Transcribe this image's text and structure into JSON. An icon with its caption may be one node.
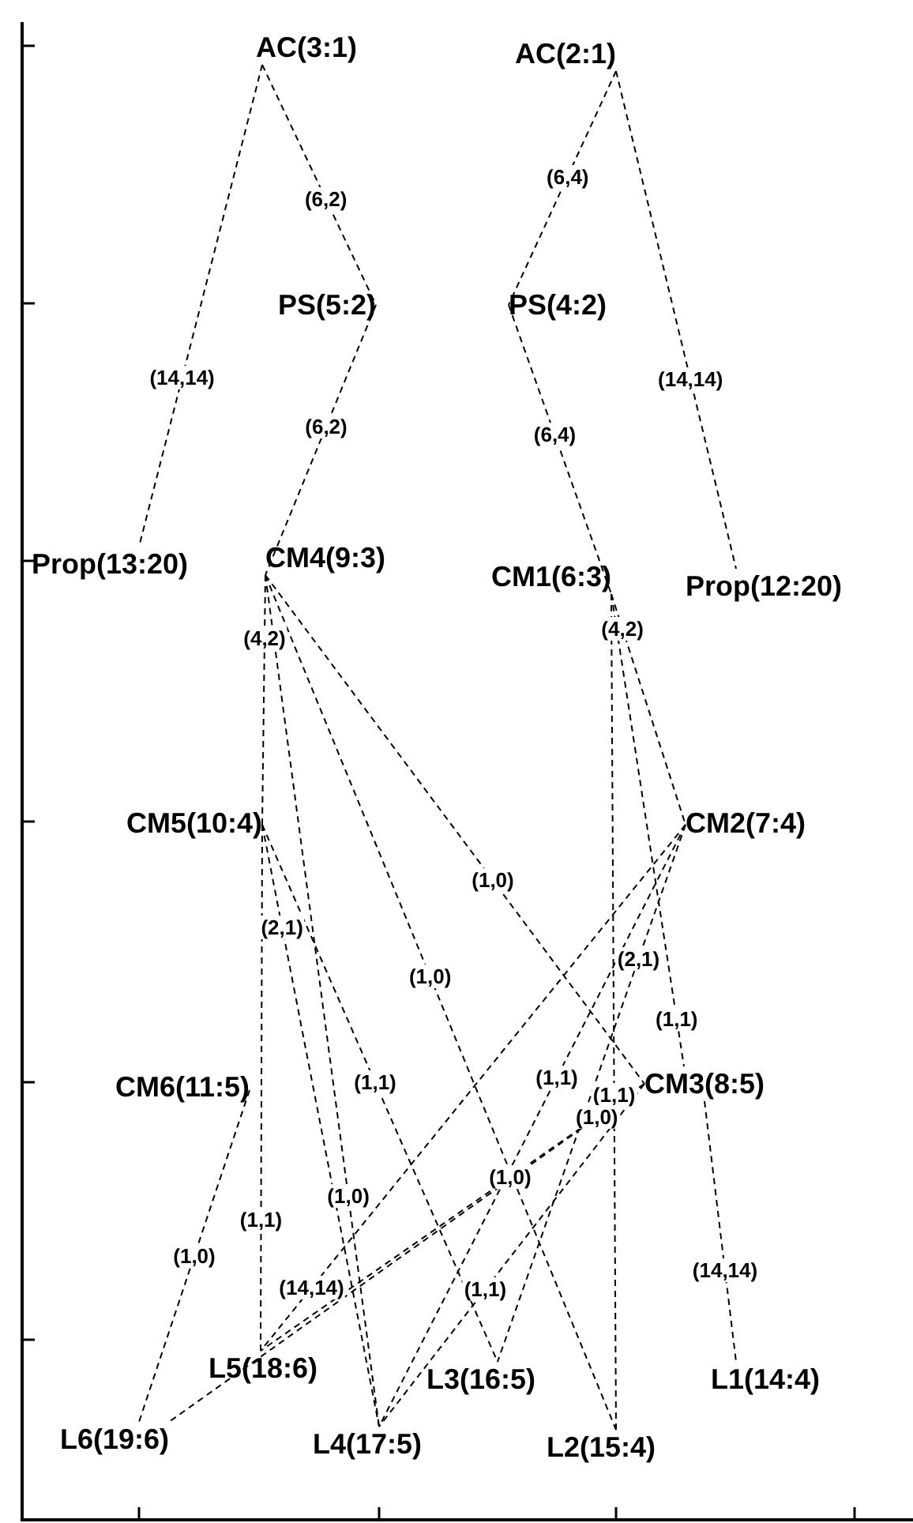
{
  "diagram": {
    "nodes": [
      {
        "text": [
          "AC(3:1)"
        ]
      },
      {
        "text": [
          "AC(2:1)"
        ]
      },
      {
        "text": [
          "PS(5:2)"
        ]
      },
      {
        "text": [
          "PS(4:2)"
        ]
      },
      {
        "text": [
          "Prop(13:20)"
        ]
      },
      {
        "text": [
          "CM4(9:3)"
        ]
      },
      {
        "text": [
          "CM1(6:3)"
        ]
      },
      {
        "text": [
          "Prop(12:20)"
        ]
      },
      {
        "text": [
          "CM5(10:4)"
        ]
      },
      {
        "text": [
          "CM2(7:4)"
        ]
      },
      {
        "text": [
          "CM6(11:5)"
        ]
      },
      {
        "text": [
          "CM3(8:5)"
        ]
      },
      {
        "text": [
          "L5(18:6)"
        ]
      },
      {
        "text": [
          "L3(16:5)"
        ]
      },
      {
        "text": [
          "L1(14:4)"
        ]
      },
      {
        "text": [
          "L6(19:6)"
        ]
      },
      {
        "text": [
          "L4(17:5)"
        ]
      },
      {
        "text": [
          "L2(15:4)"
        ]
      }
    ],
    "edges": [
      {
        "from": 0,
        "to": 2,
        "arrow": "none",
        "label": "(6,2)"
      },
      {
        "from": 0,
        "to": 4,
        "arrow": "none",
        "label": "(14,14)"
      },
      {
        "from": 2,
        "to": 5,
        "arrow": "none",
        "label": "(6,2)"
      },
      {
        "from": 1,
        "to": 3,
        "arrow": "none",
        "label": "(6,4)"
      },
      {
        "from": 1,
        "to": 7,
        "arrow": "none",
        "label": "(14,14)"
      },
      {
        "from": 3,
        "to": 6,
        "arrow": "none",
        "label": "(6,4)"
      },
      {
        "from": 5,
        "to": 8,
        "arrow": "none",
        "label": "(4,2)"
      },
      {
        "from": 6,
        "to": 9,
        "arrow": "none",
        "label": "(4,2)"
      },
      {
        "from": 5,
        "to": 11,
        "arrow": "none",
        "label": "(1,0)"
      },
      {
        "from": 8,
        "to": 16,
        "arrow": "none",
        "label": "(2,1)"
      },
      {
        "from": 5,
        "to": 17,
        "arrow": "none",
        "label": "(1,0)"
      },
      {
        "from": 9,
        "to": 13,
        "arrow": "none",
        "label": "(2,1)"
      },
      {
        "from": 6,
        "to": 11,
        "arrow": "none",
        "label": "(1,1)"
      },
      {
        "from": 9,
        "to": 16,
        "arrow": "none",
        "label": "(1,1)"
      },
      {
        "from": 8,
        "to": 13,
        "arrow": "none",
        "label": "(1,1)"
      },
      {
        "from": 6,
        "to": 17,
        "arrow": "none",
        "label": "(1,1)"
      },
      {
        "from": 11,
        "to": 15,
        "arrow": "none",
        "label": "(1,0)"
      },
      {
        "from": 8,
        "to": 12,
        "arrow": "none",
        "label": "(1,1)"
      },
      {
        "from": 10,
        "to": 15,
        "arrow": "none",
        "label": "(1,0)"
      },
      {
        "from": 11,
        "to": 12,
        "arrow": "none",
        "label": "(1,0)"
      },
      {
        "from": 11,
        "to": 14,
        "arrow": "none",
        "label": "(14,14)"
      },
      {
        "from": 5,
        "to": 16,
        "arrow": "none",
        "label": "(1,0)"
      },
      {
        "from": 11,
        "to": 16,
        "arrow": "none",
        "label": "(1,1)"
      },
      {
        "from": 9,
        "to": 12,
        "arrow": "none",
        "label": "(14,14)"
      }
    ]
  }
}
